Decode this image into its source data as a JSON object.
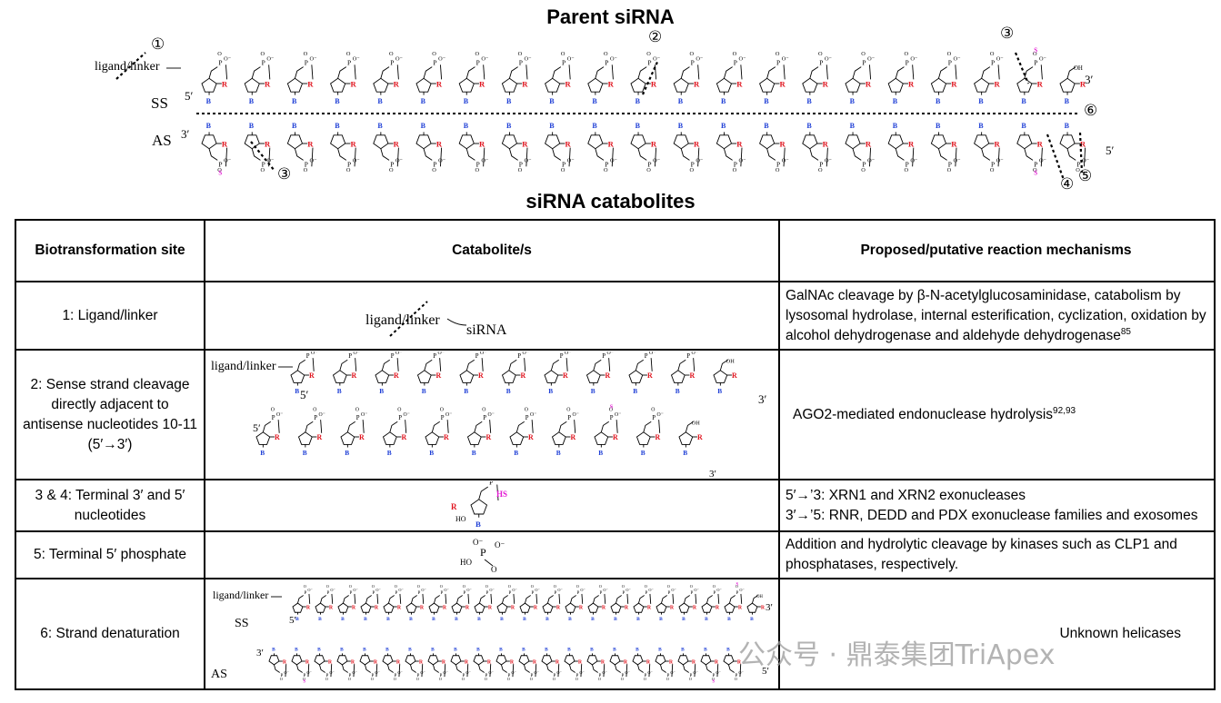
{
  "titles": {
    "parent": "Parent siRNA",
    "catabolites": "siRNA catabolites"
  },
  "diagram": {
    "ligand_label": "ligand/linker",
    "ss_label": "SS",
    "as_label": "AS",
    "five_prime": "5′",
    "three_prime": "3′",
    "site_markers": [
      "①",
      "②",
      "③",
      "③",
      "④",
      "⑤",
      "⑥"
    ],
    "base_label": "B",
    "ribose_label": "R",
    "thio_label": "S",
    "hydroxyl_label": "OH",
    "hydroxyl_label_left": "HO",
    "phosphate_label": "P",
    "phosphate_o": "O⁻",
    "oxygen_label": "O"
  },
  "table": {
    "headers": [
      "Biotransformation site",
      "Catabolite/s",
      "Proposed/putative reaction mechanisms"
    ],
    "rows": [
      {
        "site": "1: Ligand/linker",
        "catabolite_text": "siRNA",
        "catabolite_ligand": "ligand/linker",
        "mechanism": "GalNAc cleavage by β-N-acetylglucosaminidase, catabolism by lysosomal hydrolase, internal esterification, cyclization, oxidation by alcohol dehydrogenase and aldehyde dehydrogenase",
        "mechanism_ref": "85"
      },
      {
        "site": "2: Sense strand cleavage directly adjacent to antisense nucleotides 10-11 (5′→3′)",
        "catabolite_ligand": "ligand/linker",
        "mechanism": "AGO2-mediated endonuclease hydrolysis",
        "mechanism_ref": "92,93"
      },
      {
        "site": "3 & 4: Terminal 3′ and 5′ nucleotides",
        "catabolite_hs": "HS",
        "mechanism_line1": "5′→’3: XRN1 and XRN2 exonucleases",
        "mechanism_line2": "3′→’5: RNR, DEDD and PDX exonuclease families and exosomes"
      },
      {
        "site": "5: Terminal 5′ phosphate",
        "mechanism": "Addition and hydrolytic cleavage by kinases such as CLP1 and phosphatases, respectively."
      },
      {
        "site": "6: Strand denaturation",
        "catabolite_ligand": "ligand/linker",
        "mechanism": "Unknown helicases"
      }
    ]
  },
  "watermark": "公众号 · 鼎泰集团TriApex",
  "colors": {
    "base": "#1f3fd6",
    "ribose": "#e0141e",
    "thio": "#e31ad3",
    "line": "#000000"
  }
}
